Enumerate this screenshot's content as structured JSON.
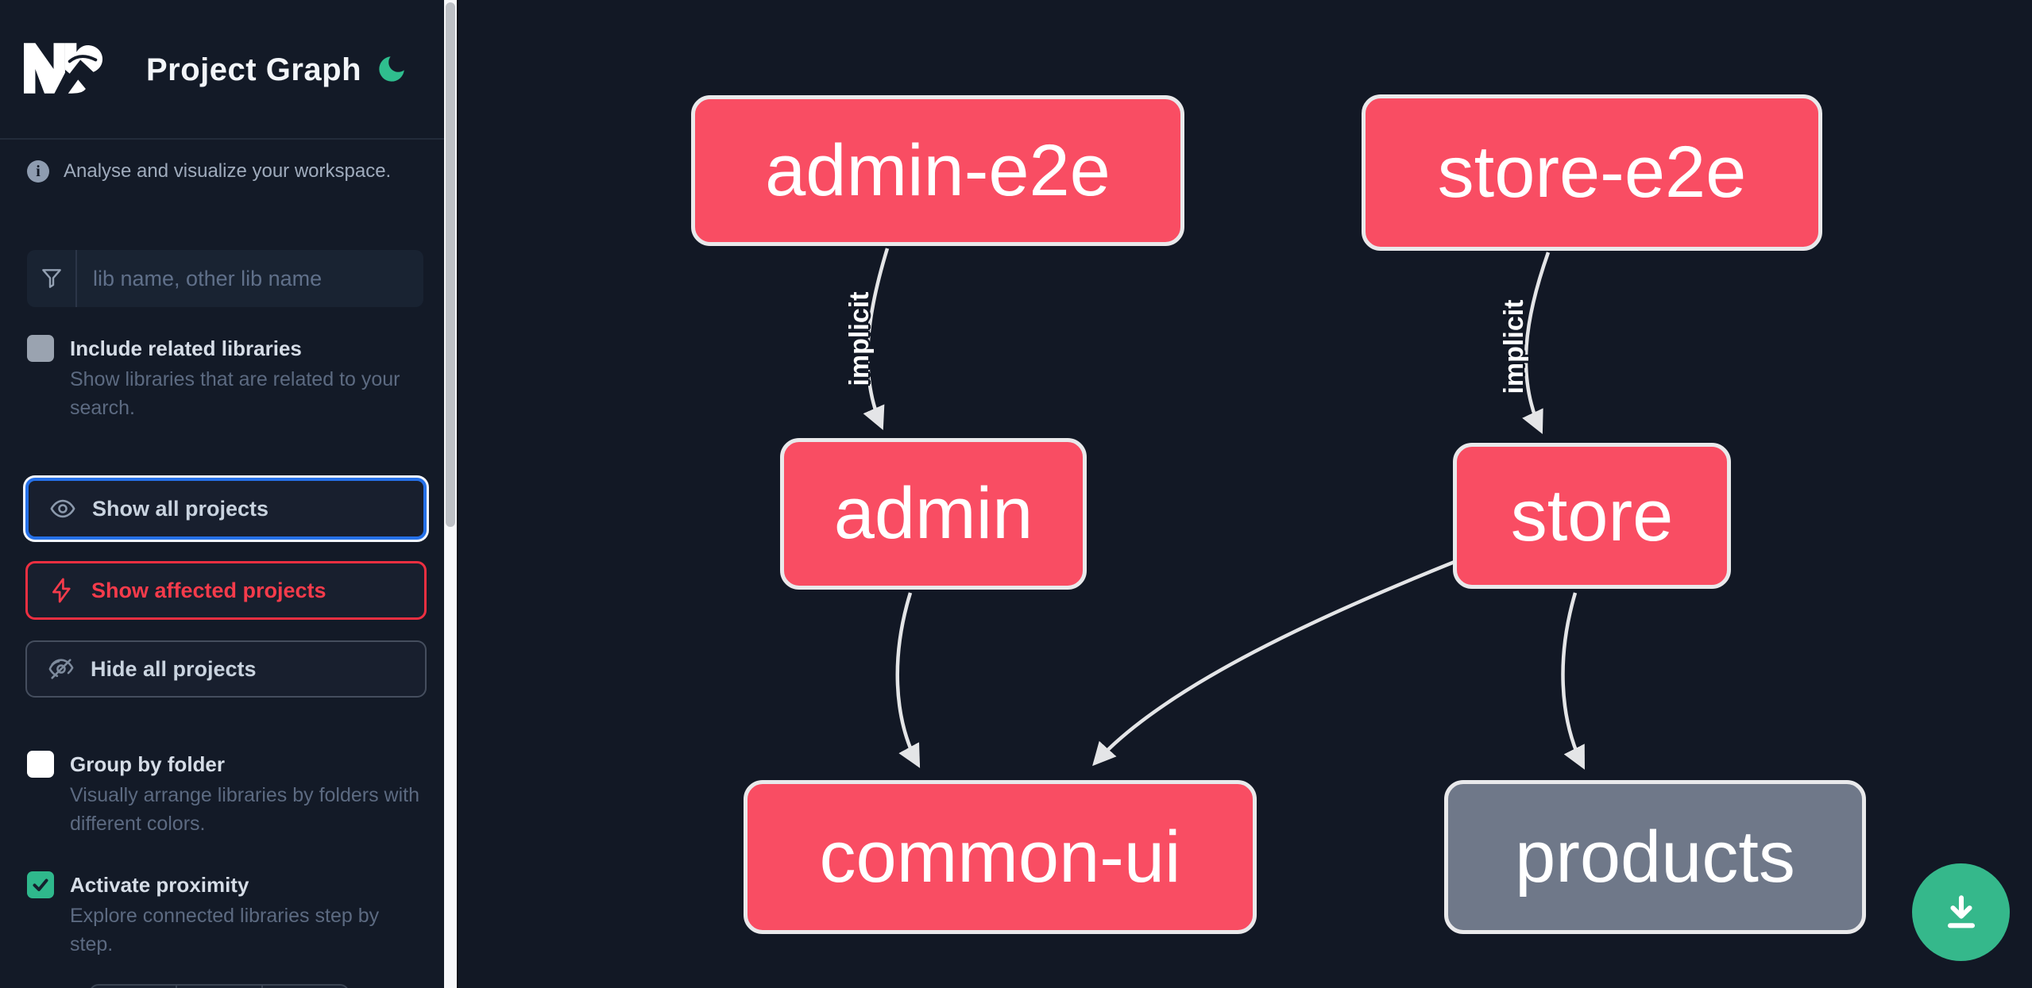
{
  "header": {
    "title": "Project Graph",
    "logo_icon": "nx-logo",
    "theme_toggle_icon": "moon-icon",
    "theme_color": "#2fbe8e"
  },
  "intro": {
    "icon": "info-icon",
    "text": "Analyse and visualize your workspace."
  },
  "search": {
    "icon": "funnel-icon",
    "placeholder": "lib name, other lib name",
    "value": ""
  },
  "include_related": {
    "label": "Include related libraries",
    "description": "Show libraries that are related to your search.",
    "checked": false
  },
  "actions": {
    "show_all": {
      "label": "Show all projects",
      "icon": "eye-icon",
      "focused": true,
      "accent": "#2570e8"
    },
    "show_affected": {
      "label": "Show affected projects",
      "icon": "lightning-icon",
      "accent": "#ee2f41"
    },
    "hide_all": {
      "label": "Hide all projects",
      "icon": "eye-off-icon"
    }
  },
  "group_by_folder": {
    "label": "Group by folder",
    "description": "Visually arrange libraries by folders with different colors.",
    "checked": false
  },
  "activate_proximity": {
    "label": "Activate proximity",
    "description": "Explore connected libraries step by step.",
    "checked": true
  },
  "graph": {
    "nodes": [
      {
        "id": "admin-e2e",
        "label": "admin-e2e",
        "type": "app",
        "color": "#f94d63"
      },
      {
        "id": "store-e2e",
        "label": "store-e2e",
        "type": "app",
        "color": "#f94d63"
      },
      {
        "id": "admin",
        "label": "admin",
        "type": "app",
        "color": "#f94d63"
      },
      {
        "id": "store",
        "label": "store",
        "type": "app",
        "color": "#f94d63"
      },
      {
        "id": "common-ui",
        "label": "common-ui",
        "type": "app",
        "color": "#f94d63"
      },
      {
        "id": "products",
        "label": "products",
        "type": "lib",
        "color": "#6f7889"
      }
    ],
    "edges": [
      {
        "source": "admin-e2e",
        "target": "admin",
        "label": "implicit"
      },
      {
        "source": "store-e2e",
        "target": "store",
        "label": "implicit"
      },
      {
        "source": "admin",
        "target": "common-ui",
        "label": ""
      },
      {
        "source": "store",
        "target": "common-ui",
        "label": ""
      },
      {
        "source": "store",
        "target": "products",
        "label": ""
      }
    ],
    "edge_color": "#e4e5e7",
    "node_border_color": "#e9e9eb"
  },
  "fab": {
    "icon": "download-icon",
    "color": "#35b88b"
  },
  "colors": {
    "sidebar_bg": "#131a27",
    "canvas_bg": "#121825",
    "primary_text": "#d6dde7",
    "muted_text": "#5c6a81",
    "focus_blue": "#2570e8",
    "affected_red": "#ee2f41",
    "node_pink": "#f94d63",
    "node_gray": "#6f7889",
    "green": "#2fb88c"
  }
}
